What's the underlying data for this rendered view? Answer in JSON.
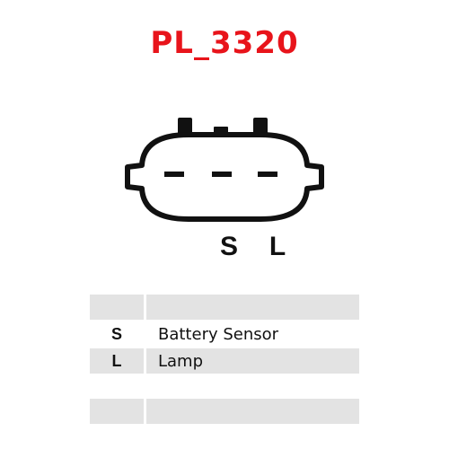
{
  "title": "PL_3320",
  "pins": {
    "first": "S",
    "second": "L"
  },
  "legend": {
    "rows": [
      {
        "code": "S",
        "description": "Battery Sensor"
      },
      {
        "code": "L",
        "description": "Lamp"
      }
    ]
  },
  "colors": {
    "title": "#e8141b",
    "table_fill": "#e3e3e3",
    "outline": "#111111"
  }
}
